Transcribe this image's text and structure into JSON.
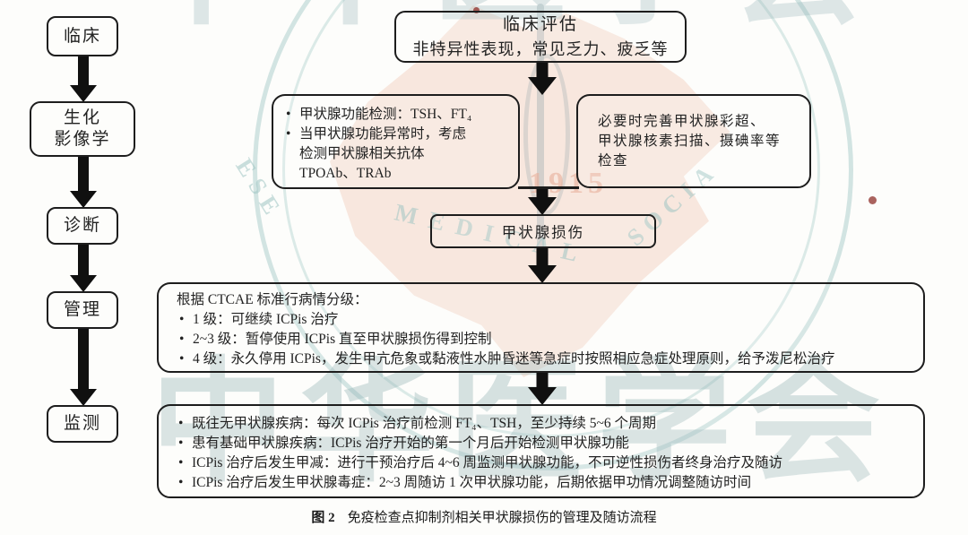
{
  "style_colors": {
    "box_border": "#1d1d1d",
    "arrow": "#101010",
    "text": "#222222",
    "watermark_teal": "#94b2b6",
    "watermark_salmon": "#f4d6c6",
    "watermark_red": "#8d2f2a"
  },
  "glyphs": {
    "bullet": "•"
  },
  "stages": [
    {
      "id": "clinical",
      "label": "临床"
    },
    {
      "id": "biochem-imaging",
      "label": "生化\n影像学"
    },
    {
      "id": "diagnosis",
      "label": "诊断"
    },
    {
      "id": "management",
      "label": "管理"
    },
    {
      "id": "monitoring",
      "label": "监测"
    }
  ],
  "flow": {
    "clinical_assessment": {
      "title": "临床评估",
      "subtitle": "非特异性表现，常见乏力、疲乏等"
    },
    "thyroid_function_tests": {
      "bullets": [
        "甲状腺功能检测：TSH、FT₄",
        "当甲状腺功能异常时，考虑\n检测甲状腺相关抗体\nTPOAb、TRAb"
      ]
    },
    "imaging_tests": {
      "text": "必要时完善甲状腺彩超、\n甲状腺核素扫描、摄碘率等\n检查"
    },
    "diagnosis_box": {
      "label": "甲状腺损伤"
    },
    "grading": {
      "heading": "根据 CTCAE 标准行病情分级：",
      "bullets": [
        "1 级：可继续 ICPis 治疗",
        "2~3 级：暂停使用 ICPis 直至甲状腺损伤得到控制",
        "4 级：永久停用 ICPis，发生甲亢危象或黏液性水肿昏迷等急症时按照相应急症处理原则，给予泼尼松治疗"
      ]
    },
    "follow_up": {
      "bullets": [
        "既往无甲状腺疾病：每次 ICPis 治疗前检测 FT₄、TSH，至少持续 5~6 个周期",
        "患有基础甲状腺疾病：ICPis 治疗开始的第一个月后开始检测甲状腺功能",
        "ICPis 治疗后发生甲减：进行干预治疗后 4~6 周监测甲状腺功能，不可逆性损伤者终身治疗及随访",
        "ICPis 治疗后发生甲状腺毒症：2~3 周随访 1 次甲状腺功能，后期依据甲功情况调整随访时间"
      ]
    }
  },
  "caption": {
    "label": "图 2",
    "text": "免疫检查点抑制剂相关甲状腺损伤的管理及随访流程"
  },
  "watermark": {
    "year": "1915",
    "ring_text_left": "ESE",
    "ring_text_bottom": "MEDICAL",
    "ring_text_right": "SOCIA",
    "seal_text": "中华医学会"
  }
}
